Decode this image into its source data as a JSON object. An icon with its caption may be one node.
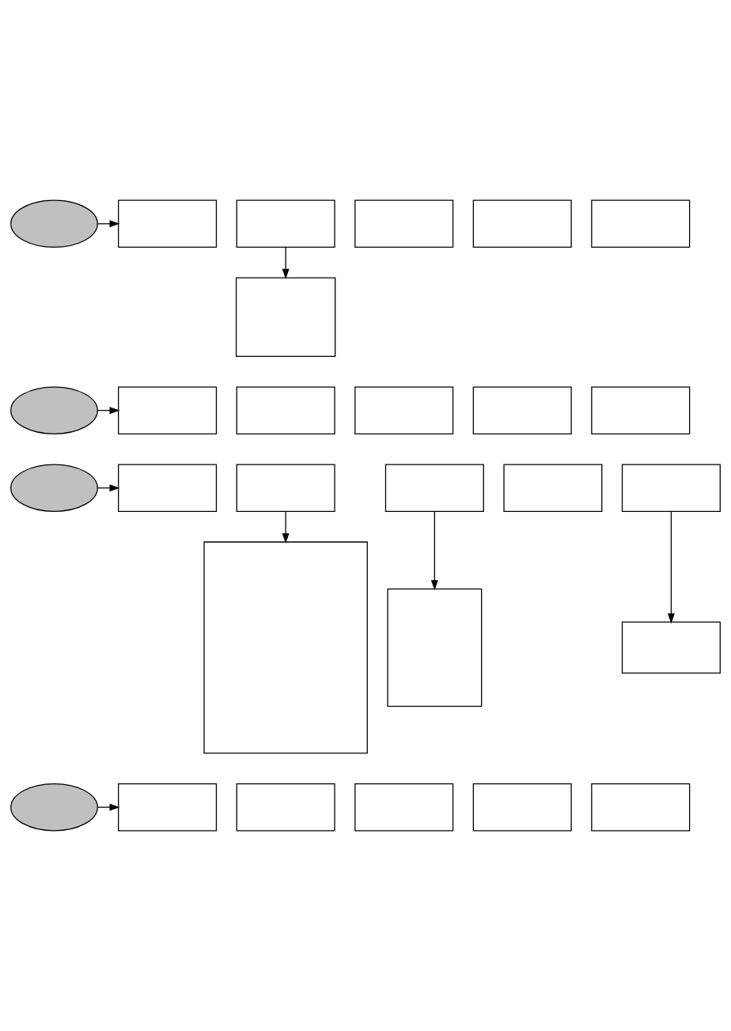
{
  "diagram": {
    "nodes": [
      {
        "text": [],
        "shape": "ellipse"
      },
      {
        "text": [],
        "shape": "box"
      },
      {
        "text": [],
        "shape": "box"
      },
      {
        "text": [],
        "shape": "box"
      },
      {
        "text": [],
        "shape": "box"
      },
      {
        "text": [],
        "shape": "box"
      },
      {
        "text": [],
        "shape": "box"
      },
      {
        "text": [],
        "shape": "ellipse"
      },
      {
        "text": [],
        "shape": "box"
      },
      {
        "text": [],
        "shape": "box"
      },
      {
        "text": [],
        "shape": "box"
      },
      {
        "text": [],
        "shape": "box"
      },
      {
        "text": [],
        "shape": "box"
      },
      {
        "text": [],
        "shape": "ellipse"
      },
      {
        "text": [],
        "shape": "box"
      },
      {
        "text": [],
        "shape": "box"
      },
      {
        "text": [],
        "shape": "box"
      },
      {
        "text": [],
        "shape": "box"
      },
      {
        "text": [],
        "shape": "box"
      },
      {
        "text": [],
        "shape": "box"
      },
      {
        "text": [],
        "shape": "box"
      },
      {
        "text": [],
        "shape": "box"
      },
      {
        "text": [],
        "shape": "ellipse"
      },
      {
        "text": [],
        "shape": "box"
      },
      {
        "text": [],
        "shape": "box"
      },
      {
        "text": [],
        "shape": "box"
      },
      {
        "text": [],
        "shape": "box"
      },
      {
        "text": [],
        "shape": "box"
      }
    ],
    "edges": [
      {
        "from": 0,
        "to": 1,
        "arrow": "to"
      },
      {
        "from": 2,
        "to": 6,
        "arrow": "to"
      },
      {
        "from": 7,
        "to": 8,
        "arrow": "to"
      },
      {
        "from": 13,
        "to": 14,
        "arrow": "to"
      },
      {
        "from": 15,
        "to": 19,
        "arrow": "to"
      },
      {
        "from": 16,
        "to": 20,
        "arrow": "to"
      },
      {
        "from": 18,
        "to": 21,
        "arrow": "to"
      },
      {
        "from": 22,
        "to": 23,
        "arrow": "to"
      }
    ]
  }
}
